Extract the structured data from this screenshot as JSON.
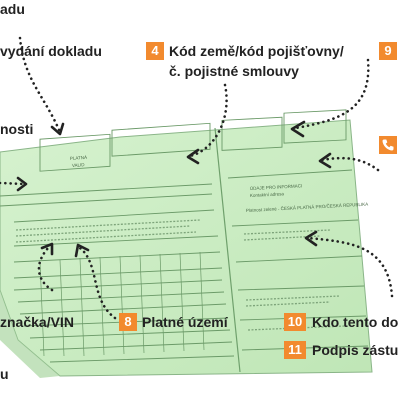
{
  "labels": {
    "top_left": "adu",
    "issue_date": "vydání dokladu",
    "mid_left": "nosti",
    "vin": "značka/VIN",
    "bottom_left": "u",
    "country_code_line1": "Kód země/kód pojišťovny/",
    "country_code_line2": "č. pojistné smlouvy",
    "valid_territory": "Platné území",
    "who_owns": "Kdo tento do",
    "signature": "Podpis zástu"
  },
  "badges": {
    "b4": "4",
    "b8": "8",
    "b9": "9",
    "b10": "10",
    "b11": "11"
  },
  "icons": {
    "phone": "phone-icon"
  },
  "colors": {
    "accent": "#f28a2e",
    "card_green": "#c9ecc0",
    "text": "#222222"
  },
  "card_text": {
    "platna": "PLATNÁ",
    "valid": "VALID",
    "heading_right": "ÚDAJE PRO INFORMACI",
    "subheading_right": "Kontaktní adresa",
    "line_right": "Platnost zelené - ČESKÁ PLATNÁ PRO/ČESKÁ REPUBLIKA"
  }
}
